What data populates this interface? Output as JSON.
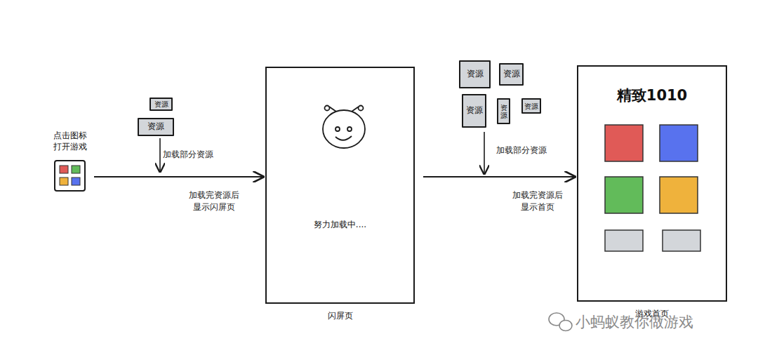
{
  "diagram": {
    "nodes": [
      {
        "text": [
          "点击图标 打开游戏"
        ]
      },
      {
        "text": [
          "资源"
        ]
      },
      {
        "text": [
          "资源"
        ]
      },
      {
        "text": [
          "努力加载中....",
          "闪屏页"
        ]
      },
      {
        "text": [
          "资源"
        ]
      },
      {
        "text": [
          "资源"
        ]
      },
      {
        "text": [
          "资源"
        ]
      },
      {
        "text": [
          "资源"
        ]
      },
      {
        "text": [
          "资源"
        ]
      },
      {
        "text": [
          "精致1010",
          "游戏首页"
        ]
      }
    ],
    "edges": [
      {
        "from": 0,
        "to": 3,
        "arrow": "to",
        "label": "加载完资源后 显示闪屏页"
      },
      {
        "from": 3,
        "to": 9,
        "arrow": "to",
        "label": "加载完资源后 显示首页"
      }
    ],
    "labels": [
      "加载部分资源",
      "加载部分资源",
      "小蚂蚁教你做游戏"
    ]
  }
}
